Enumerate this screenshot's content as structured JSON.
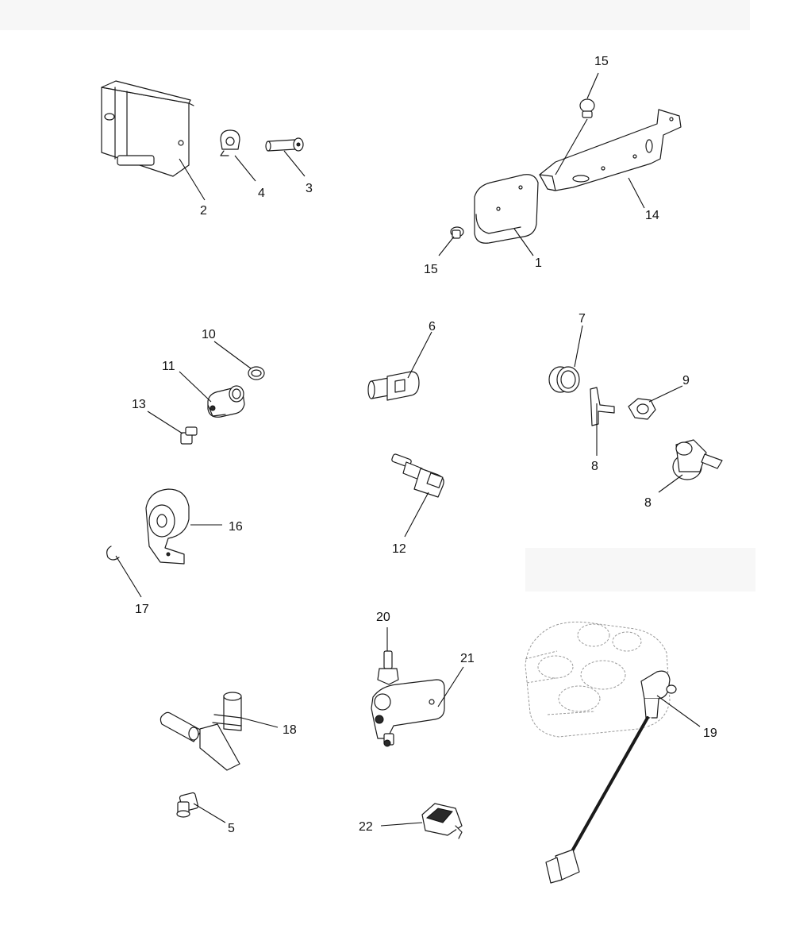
{
  "diagram": {
    "callouts": [
      {
        "id": "c2",
        "label": "2"
      },
      {
        "id": "c4",
        "label": "4"
      },
      {
        "id": "c3",
        "label": "3"
      },
      {
        "id": "c15a",
        "label": "15"
      },
      {
        "id": "c14",
        "label": "14"
      },
      {
        "id": "c15b",
        "label": "15"
      },
      {
        "id": "c1",
        "label": "1"
      },
      {
        "id": "c10",
        "label": "10"
      },
      {
        "id": "c11",
        "label": "11"
      },
      {
        "id": "c13",
        "label": "13"
      },
      {
        "id": "c6",
        "label": "6"
      },
      {
        "id": "c7",
        "label": "7"
      },
      {
        "id": "c9",
        "label": "9"
      },
      {
        "id": "c8a",
        "label": "8"
      },
      {
        "id": "c8b",
        "label": "8"
      },
      {
        "id": "c16",
        "label": "16"
      },
      {
        "id": "c17",
        "label": "17"
      },
      {
        "id": "c12",
        "label": "12"
      },
      {
        "id": "c20",
        "label": "20"
      },
      {
        "id": "c21",
        "label": "21"
      },
      {
        "id": "c19",
        "label": "19"
      },
      {
        "id": "c18",
        "label": "18"
      },
      {
        "id": "c5",
        "label": "5"
      },
      {
        "id": "c22",
        "label": "22"
      }
    ]
  }
}
